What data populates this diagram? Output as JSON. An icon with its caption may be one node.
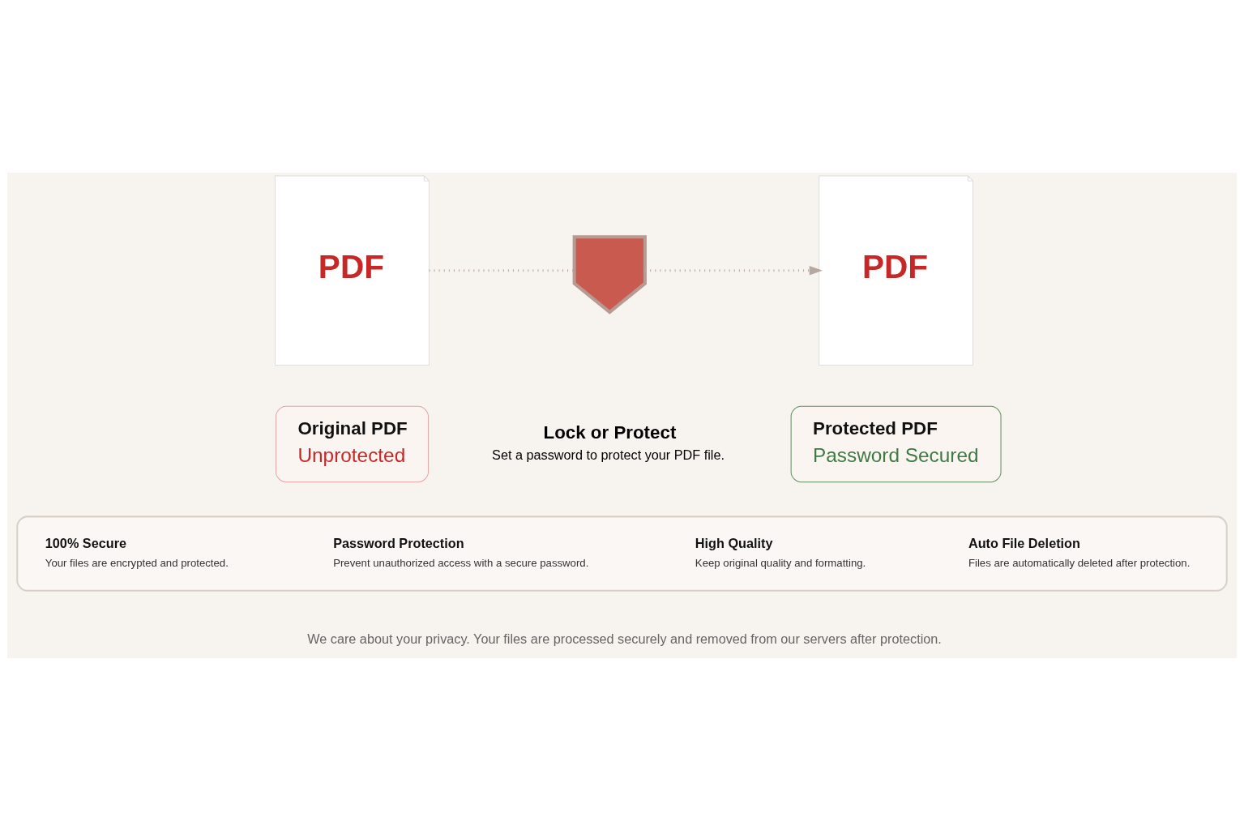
{
  "diagram": {
    "nodes": [
      {
        "text": [
          "PDF"
        ]
      },
      {
        "text": [
          "Original PDF",
          "Unprotected"
        ]
      },
      {
        "text": [],
        "shape": "shield",
        "beside": [
          "Lock or Protect",
          "Set a password to protect your PDF file."
        ]
      },
      {
        "text": [
          "PDF"
        ]
      },
      {
        "text": [
          "Protected PDF",
          "Password Secured"
        ]
      },
      {
        "text": [],
        "shape": "box"
      },
      {
        "text": [
          "100% Secure",
          "Your files are encrypted and protected."
        ],
        "in": 5
      },
      {
        "text": [
          "Password Protection",
          "Prevent unauthorized access with a secure password."
        ],
        "in": 5
      },
      {
        "text": [
          "High Quality",
          "Keep original quality and formatting."
        ],
        "in": 5
      },
      {
        "text": [
          "Auto File Deletion",
          "Files are automatically deleted after protection."
        ],
        "in": 5
      }
    ],
    "edges": [
      {
        "from": 0,
        "to": 2,
        "arrow": "none",
        "style": "dashed"
      },
      {
        "from": 2,
        "to": 3,
        "arrow": "to",
        "style": "dashed"
      }
    ],
    "labels": [
      "We care about your privacy. Your files are processed securely and removed from our servers after protection."
    ]
  }
}
